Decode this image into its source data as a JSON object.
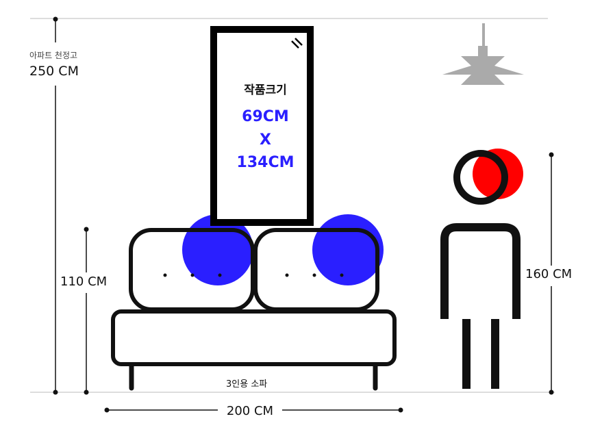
{
  "ceiling": {
    "label": "아파트 천정고",
    "value": "250 CM"
  },
  "artwork": {
    "title": "작품크기",
    "width": "69CM",
    "by": "X",
    "height": "134CM"
  },
  "sofa": {
    "label": "3인용 소파",
    "height": "110 CM",
    "width": "200 CM"
  },
  "person": {
    "height": "160 CM"
  },
  "colors": {
    "accent_blue": "#2a1fff",
    "accent_red": "#ff0000",
    "lamp_gray": "#aaaaaa",
    "line_gray": "#bbbbbb",
    "ink": "#111111"
  }
}
